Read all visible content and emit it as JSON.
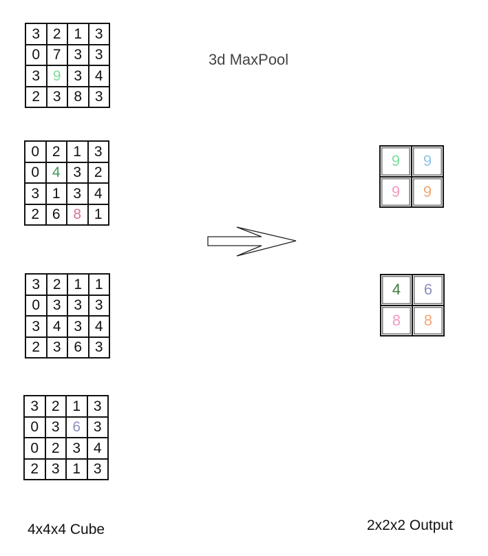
{
  "title": "3d MaxPool",
  "input_label": "4x4x4 Cube",
  "output_label": "2x2x2 Output",
  "colors": {
    "default": "#111111",
    "green": "#7ddc9a",
    "dark_green": "#3f9a5a",
    "light_blue": "#8ec4e8",
    "pink": "#f29bc1",
    "orange": "#f4a574",
    "rose": "#d9738f",
    "lavender": "#8b8fc0",
    "dark_green_out": "#3f7a3c"
  },
  "input_slices": [
    {
      "cells": [
        {
          "v": "3"
        },
        {
          "v": "2"
        },
        {
          "v": "1"
        },
        {
          "v": "3"
        },
        {
          "v": "0"
        },
        {
          "v": "7"
        },
        {
          "v": "3"
        },
        {
          "v": "3"
        },
        {
          "v": "3"
        },
        {
          "v": "9",
          "c": "green"
        },
        {
          "v": "3"
        },
        {
          "v": "4"
        },
        {
          "v": "2"
        },
        {
          "v": "3"
        },
        {
          "v": "8"
        },
        {
          "v": "3"
        }
      ]
    },
    {
      "cells": [
        {
          "v": "0"
        },
        {
          "v": "2"
        },
        {
          "v": "1"
        },
        {
          "v": "3"
        },
        {
          "v": "0"
        },
        {
          "v": "4",
          "c": "dark_green"
        },
        {
          "v": "3"
        },
        {
          "v": "2"
        },
        {
          "v": "3"
        },
        {
          "v": "1"
        },
        {
          "v": "3"
        },
        {
          "v": "4"
        },
        {
          "v": "2"
        },
        {
          "v": "6"
        },
        {
          "v": "8",
          "c": "rose"
        },
        {
          "v": "1"
        }
      ]
    },
    {
      "cells": [
        {
          "v": "3"
        },
        {
          "v": "2"
        },
        {
          "v": "1"
        },
        {
          "v": "1"
        },
        {
          "v": "0"
        },
        {
          "v": "3"
        },
        {
          "v": "3"
        },
        {
          "v": "3"
        },
        {
          "v": "3"
        },
        {
          "v": "4"
        },
        {
          "v": "3"
        },
        {
          "v": "4"
        },
        {
          "v": "2"
        },
        {
          "v": "3"
        },
        {
          "v": "6"
        },
        {
          "v": "3"
        }
      ]
    },
    {
      "cells": [
        {
          "v": "3"
        },
        {
          "v": "2"
        },
        {
          "v": "1"
        },
        {
          "v": "3"
        },
        {
          "v": "0"
        },
        {
          "v": "3"
        },
        {
          "v": "6",
          "c": "lavender"
        },
        {
          "v": "3"
        },
        {
          "v": "0"
        },
        {
          "v": "2"
        },
        {
          "v": "3"
        },
        {
          "v": "4"
        },
        {
          "v": "2"
        },
        {
          "v": "3"
        },
        {
          "v": "1"
        },
        {
          "v": "3"
        }
      ]
    }
  ],
  "output_slices": [
    {
      "cells": [
        {
          "v": "9",
          "c": "green"
        },
        {
          "v": "9",
          "c": "light_blue"
        },
        {
          "v": "9",
          "c": "pink"
        },
        {
          "v": "9",
          "c": "orange"
        }
      ]
    },
    {
      "cells": [
        {
          "v": "4",
          "c": "dark_green_out"
        },
        {
          "v": "6",
          "c": "lavender"
        },
        {
          "v": "8",
          "c": "pink"
        },
        {
          "v": "8",
          "c": "orange"
        }
      ]
    }
  ]
}
